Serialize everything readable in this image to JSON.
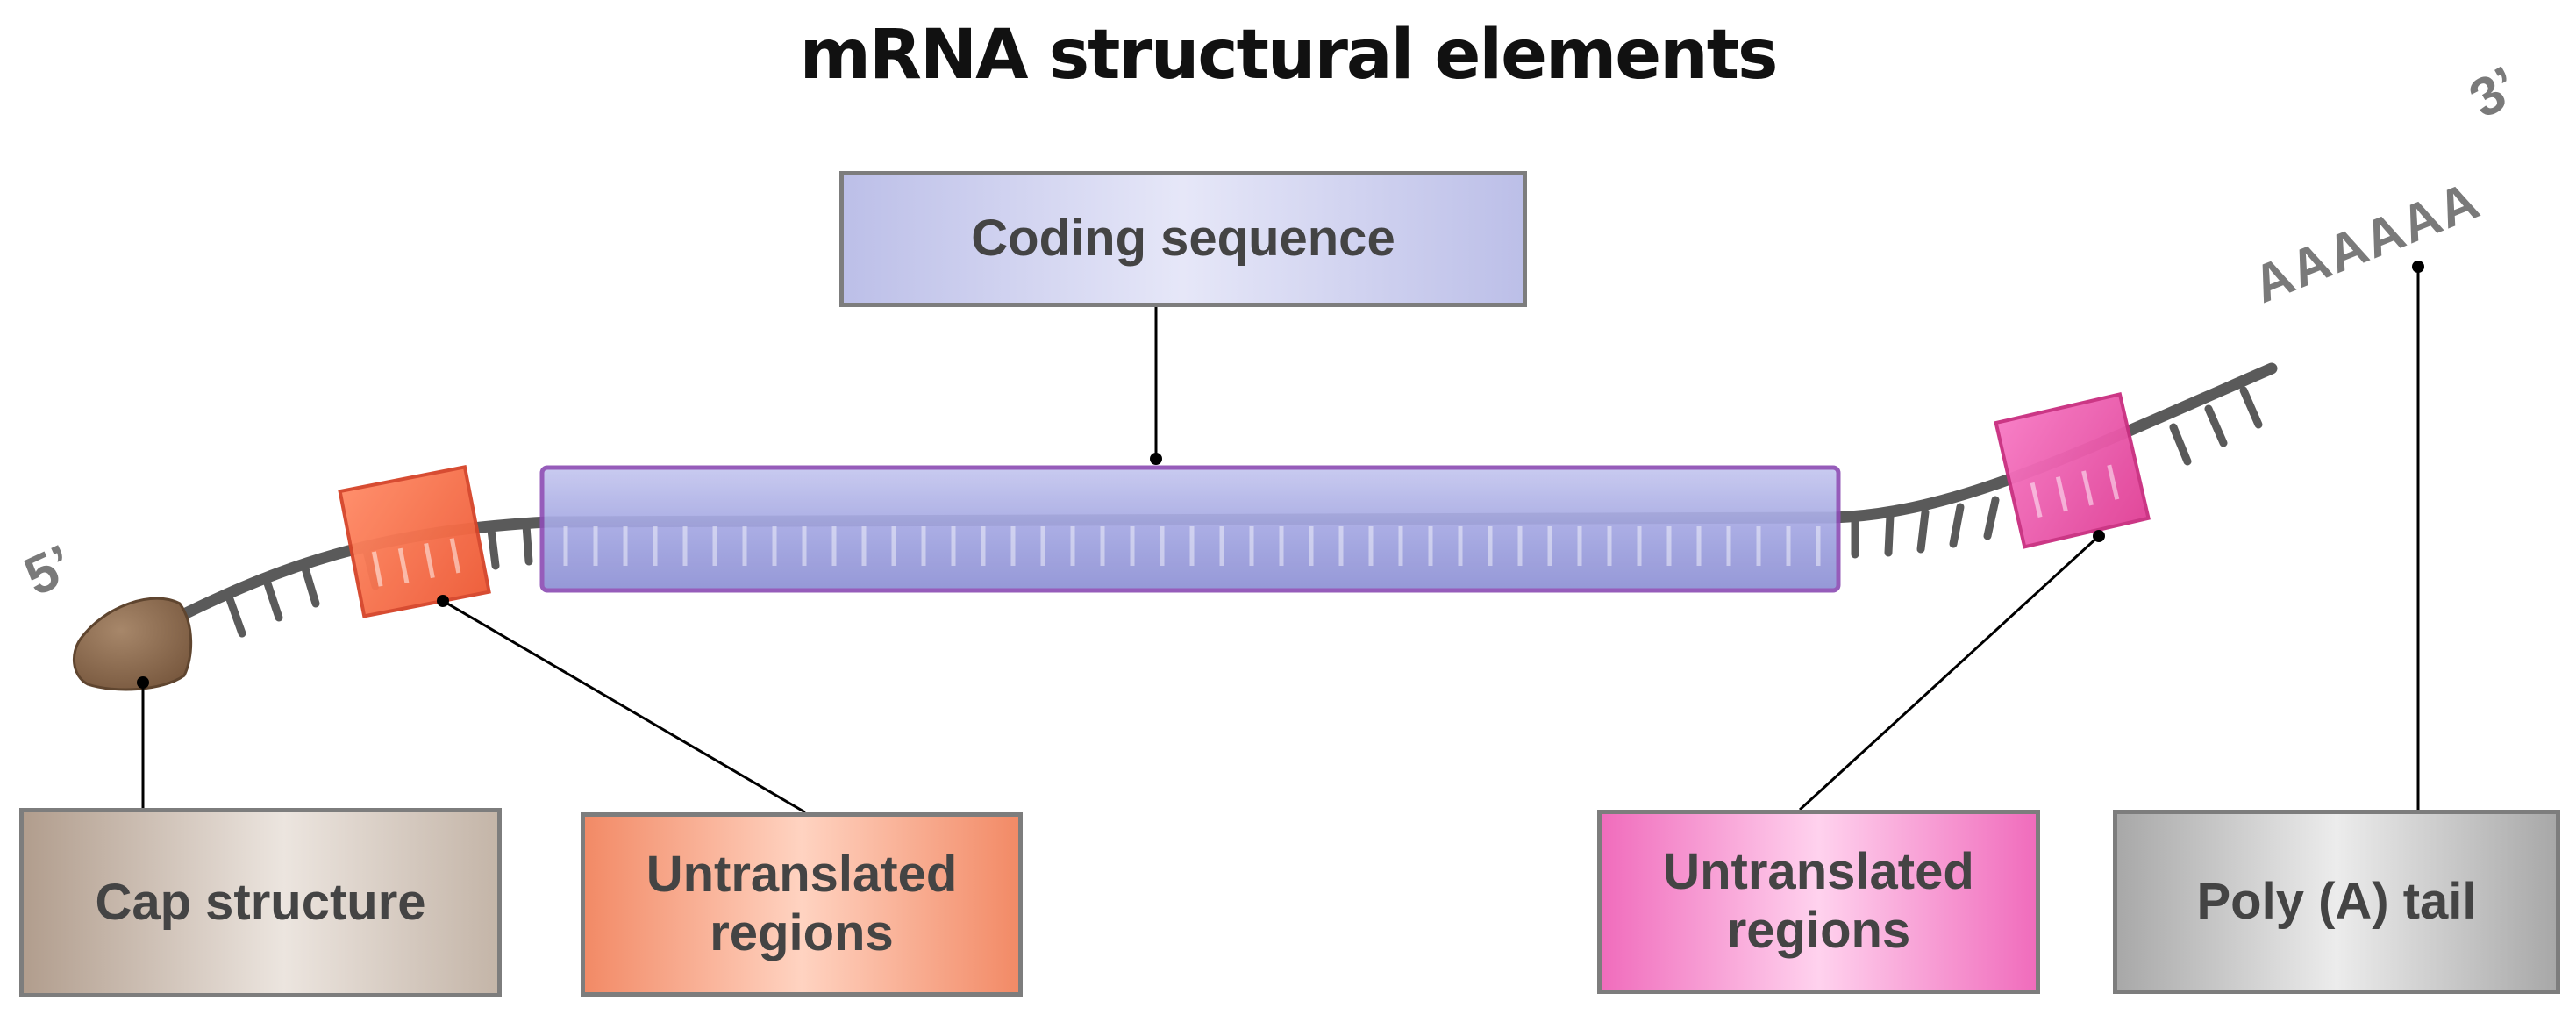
{
  "title": "mRNA structural elements",
  "ends": {
    "five_prime": "5’",
    "three_prime": "3’"
  },
  "poly_a_sequence": "AAAAAA",
  "labels": {
    "coding_sequence": "Coding sequence",
    "cap_structure": "Cap structure",
    "utr_left": [
      "Untranslated",
      "regions"
    ],
    "utr_right": [
      "Untranslated",
      "regions"
    ],
    "poly_a_tail": "Poly (A) tail"
  },
  "colors": {
    "strand": "#5a5a5a",
    "cap": "#8a6a4f",
    "utr_left": "#f06a45",
    "utr_right": "#e8409a",
    "coding": "#8f92d8",
    "coding_border": "#8e4fb5",
    "leader": "#000000"
  }
}
